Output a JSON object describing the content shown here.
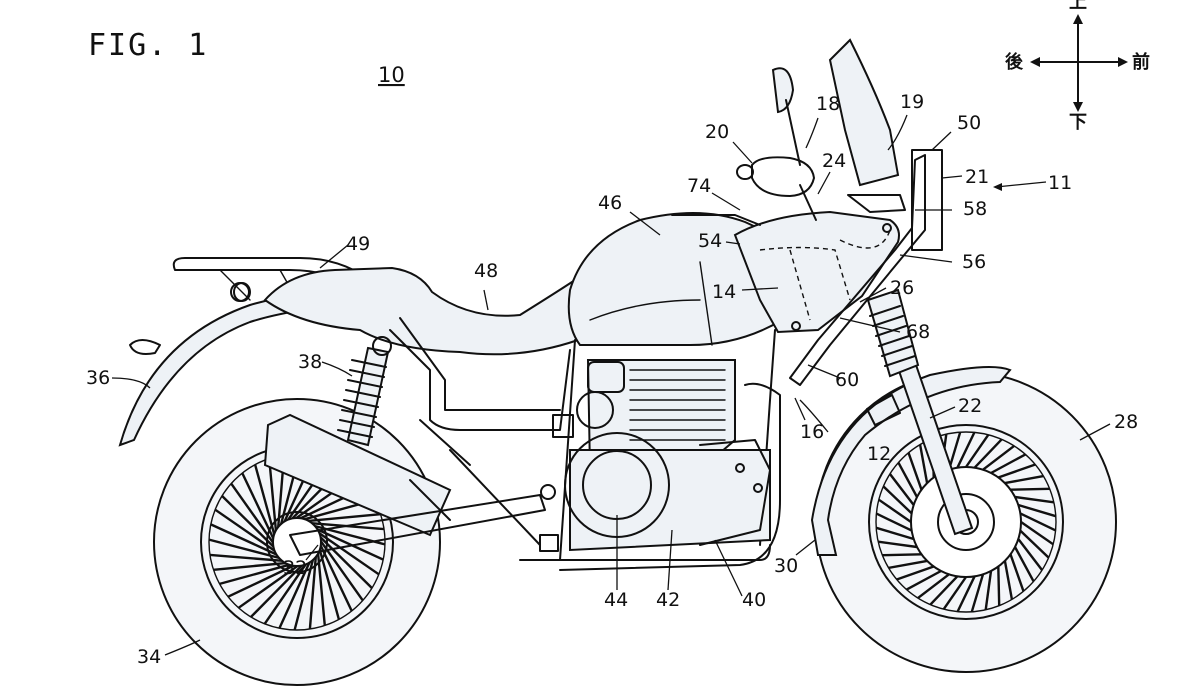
{
  "figure": {
    "title": "FIG. 1",
    "reference_number": "10"
  },
  "direction_indicator": {
    "up": "上",
    "down": "下",
    "front": "前",
    "rear": "後"
  },
  "callouts": [
    "11",
    "12",
    "14",
    "16",
    "18",
    "19",
    "20",
    "21",
    "22",
    "24",
    "26",
    "28",
    "30",
    "32",
    "34",
    "36",
    "38",
    "40",
    "42",
    "44",
    "46",
    "48",
    "49",
    "50",
    "54",
    "56",
    "58",
    "60",
    "68",
    "74"
  ]
}
